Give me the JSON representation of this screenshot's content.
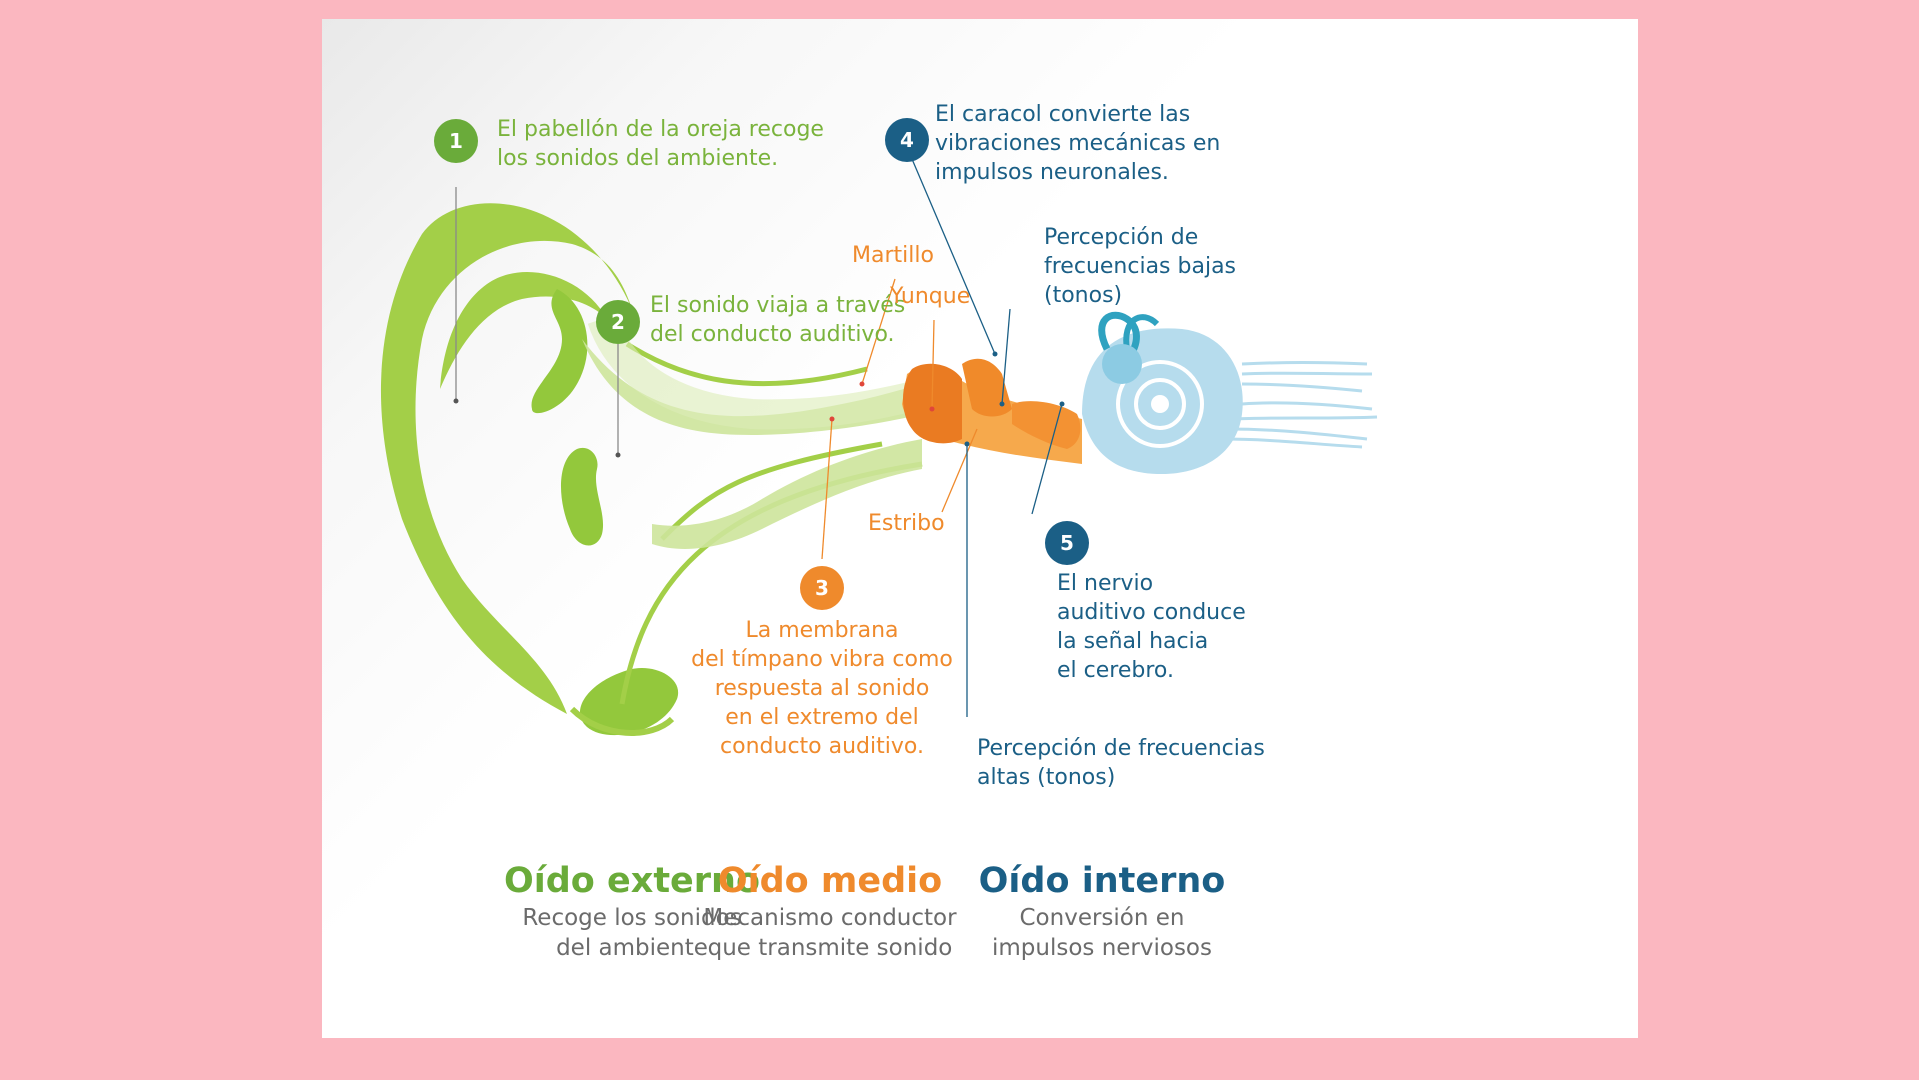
{
  "colors": {
    "page_background": "#fbb7c0",
    "outer_ear": "#93c83c",
    "middle_ear": "#ef8a2c",
    "inner_ear": "#1b5f86",
    "cochlea": "#aed8ea",
    "description_text": "#6b6b6b"
  },
  "steps": [
    {
      "number": "1",
      "text": "El pabellón de la oreja recoge\nlos sonidos del ambiente."
    },
    {
      "number": "2",
      "text": "El sonido viaja a través\ndel conducto auditivo."
    },
    {
      "number": "3",
      "text": "La membrana\ndel tímpano vibra como\nrespuesta al sonido\nen el extremo del\nconducto auditivo."
    },
    {
      "number": "4",
      "text": "El caracol convierte las\nvibraciones mecánicas en\nimpulsos neuronales."
    },
    {
      "number": "5",
      "text": "El nervio\nauditivo conduce\nla señal hacia\nel cerebro."
    }
  ],
  "labels": {
    "hammer": "Martillo",
    "anvil": "Yunque",
    "stirrup": "Estribo",
    "low_freq": "Percepción de\nfrecuencias bajas\n(tonos)",
    "high_freq": "Percepción de frecuencias\naltas (tonos)"
  },
  "sections": [
    {
      "title": "Oído externo",
      "description": "Recoge los sonidos\ndel ambiente"
    },
    {
      "title": "Oído medio",
      "description": "Mecanismo conductor\nque transmite sonido"
    },
    {
      "title": "Oído interno",
      "description": "Conversión en\nimpulsos nerviosos"
    }
  ]
}
